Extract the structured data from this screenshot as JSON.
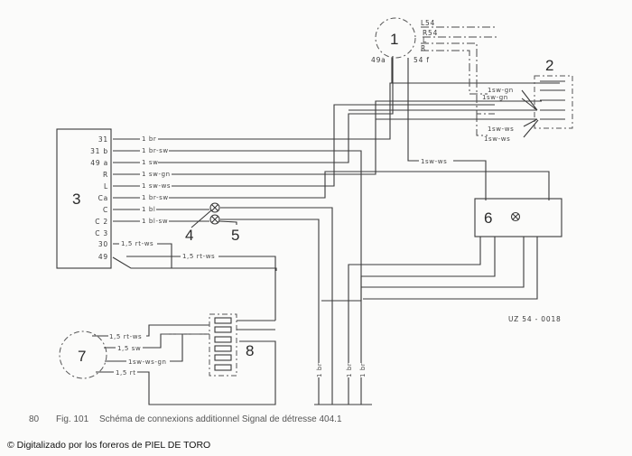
{
  "figure": {
    "page_number": "80",
    "figure_label": "Fig. 101",
    "title": "Schéma de connexions additionnel Signal de détresse 404.1",
    "reference_code": "UZ 54 - 0018",
    "credit": "© Digitalizado por los foreros de PIEL DE TORO"
  },
  "components": {
    "c1": {
      "number": "1",
      "terminals": [
        "L54",
        "R54",
        "L",
        "R",
        "49a",
        "54 f"
      ]
    },
    "c2": {
      "number": "2",
      "wires": [
        "1sw-gn",
        "1sw-gn",
        "1sw-ws",
        "1sw-ws"
      ]
    },
    "c3": {
      "number": "3",
      "pins": [
        "31",
        "31 b",
        "49 a",
        "R",
        "L",
        "Ca",
        "C",
        "C 2",
        "C 3",
        "30",
        "49"
      ],
      "wires": [
        "1 br",
        "1 br-sw",
        "1 sw",
        "1 sw-gn",
        "1 sw-ws",
        "1 br-sw",
        "1 bl",
        "1 bl-sw",
        "",
        "1,5 rt-ws",
        "1,5 rt-ws"
      ]
    },
    "c4": {
      "number": "4"
    },
    "c5": {
      "number": "5"
    },
    "c6": {
      "number": "6",
      "input_wire": "1sw-ws"
    },
    "c7": {
      "number": "7",
      "wires": [
        "1,5 rt-ws",
        "1,5 sw",
        "1sw-ws-gn",
        "1,5 rt"
      ]
    },
    "c8": {
      "number": "8"
    },
    "ground": {
      "wires": [
        "1 br",
        "1 br",
        "1 br"
      ]
    }
  },
  "icons": {
    "lamp": "⊗"
  }
}
